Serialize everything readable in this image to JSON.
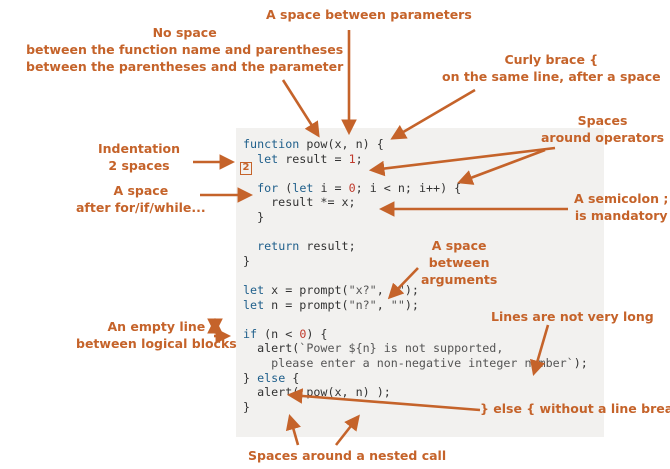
{
  "code_lines": [
    [
      [
        "kw",
        "function "
      ],
      [
        "var",
        "pow(x, n) {"
      ]
    ],
    [
      [
        "var",
        "  "
      ],
      [
        "kw",
        "let "
      ],
      [
        "var",
        "result = "
      ],
      [
        "num",
        "1"
      ],
      [
        "var",
        ";"
      ]
    ],
    [],
    [
      [
        "var",
        "  "
      ],
      [
        "kw",
        "for "
      ],
      [
        "var",
        "("
      ],
      [
        "kw",
        "let "
      ],
      [
        "var",
        "i = "
      ],
      [
        "num",
        "0"
      ],
      [
        "var",
        "; i < n; i++) {"
      ]
    ],
    [
      [
        "var",
        "    result *= x;"
      ]
    ],
    [
      [
        "var",
        "  }"
      ]
    ],
    [],
    [
      [
        "var",
        "  "
      ],
      [
        "kw",
        "return "
      ],
      [
        "var",
        "result;"
      ]
    ],
    [
      [
        "var",
        "}"
      ]
    ],
    [],
    [
      [
        "kw",
        "let "
      ],
      [
        "var",
        "x = prompt("
      ],
      [
        "str",
        "\"x?\""
      ],
      [
        "var",
        ", "
      ],
      [
        "str",
        "\"\""
      ],
      [
        "var",
        ");"
      ]
    ],
    [
      [
        "kw",
        "let "
      ],
      [
        "var",
        "n = prompt("
      ],
      [
        "str",
        "\"n?\""
      ],
      [
        "var",
        ", "
      ],
      [
        "str",
        "\"\""
      ],
      [
        "var",
        ");"
      ]
    ],
    [],
    [
      [
        "kw",
        "if "
      ],
      [
        "var",
        "(n < "
      ],
      [
        "num",
        "0"
      ],
      [
        "var",
        ") {"
      ]
    ],
    [
      [
        "var",
        "  alert("
      ],
      [
        "str",
        "`Power ${n} is not supported,"
      ]
    ],
    [
      [
        "str",
        "    please enter a non-negative integer number`"
      ],
      [
        "var",
        ");"
      ]
    ],
    [
      [
        "var",
        "} "
      ],
      [
        "kw",
        "else "
      ],
      [
        "var",
        "{"
      ]
    ],
    [
      [
        "var",
        "  alert( pow(x, n) );"
      ]
    ],
    [
      [
        "var",
        "}"
      ]
    ]
  ],
  "indent_marker": "2",
  "annotations": {
    "space_between_params": "A space between parameters",
    "no_space": "No space\nbetween the function name and parentheses\nbetween the parentheses and the parameter",
    "curly_brace": "Curly brace {\non the same line, after a space",
    "spaces_operators": "Spaces\naround operators",
    "indentation": "Indentation\n2 spaces",
    "space_after_for": "A space\nafter for/if/while...",
    "semicolon": "A semicolon ;\nis mandatory",
    "space_between_args": "A space\nbetween\narguments",
    "empty_line": "An empty line\nbetween logical blocks",
    "lines_not_long": "Lines are not very long",
    "else_no_break": "} else { without a line break",
    "nested_call": "Spaces around a nested call"
  },
  "colors": {
    "accent": "#c5632a",
    "code_bg": "#f2f1ef",
    "keyword": "#1f5f8b",
    "number": "#c0392b"
  }
}
